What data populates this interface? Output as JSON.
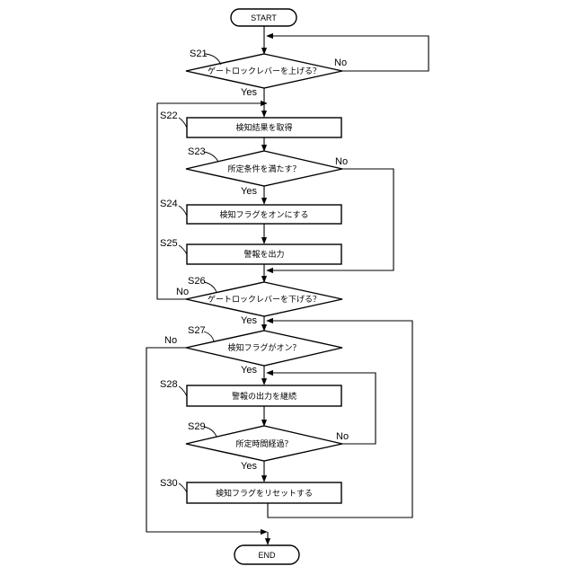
{
  "terminals": {
    "start": "START",
    "end": "END"
  },
  "steps": {
    "s21": {
      "id": "S21",
      "text": "ゲートロックレバーを上げる？",
      "no": "No",
      "yes": "Yes"
    },
    "s22": {
      "id": "S22",
      "text": "検知結果を取得"
    },
    "s23": {
      "id": "S23",
      "text": "所定条件を満たす？",
      "no": "No",
      "yes": "Yes"
    },
    "s24": {
      "id": "S24",
      "text": "検知フラグをオンにする"
    },
    "s25": {
      "id": "S25",
      "text": "警報を出力"
    },
    "s26": {
      "id": "S26",
      "text": "ゲートロックレバーを下げる？",
      "no": "No",
      "yes": "Yes"
    },
    "s27": {
      "id": "S27",
      "text": "検知フラグがオン？",
      "no": "No",
      "yes": "Yes"
    },
    "s28": {
      "id": "S28",
      "text": "警報の出力を継続"
    },
    "s29": {
      "id": "S29",
      "text": "所定時間経過？",
      "no": "No",
      "yes": "Yes"
    },
    "s30": {
      "id": "S30",
      "text": "検知フラグをリセットする"
    }
  }
}
